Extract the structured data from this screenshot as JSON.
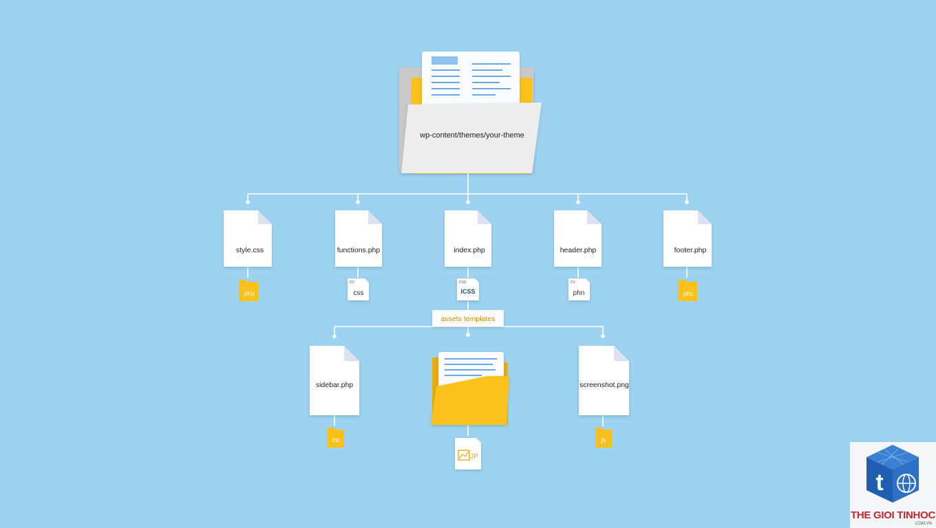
{
  "root": {
    "path": "wp-content/themes/your-theme"
  },
  "files_row1": [
    {
      "name": "style.css",
      "badge": "php",
      "badge_type": "folder"
    },
    {
      "name": "functions.php",
      "badge": "css",
      "badge_type": "doc",
      "badge_tag": "DV"
    },
    {
      "name": "index.php",
      "badge": "ICSS",
      "badge_type": "doc",
      "badge_tag": "CSS"
    },
    {
      "name": "header.php",
      "badge": "phn",
      "badge_type": "doc",
      "badge_tag": "DV"
    },
    {
      "name": "footer.php",
      "badge": "phc",
      "badge_type": "folder"
    }
  ],
  "branch": {
    "label": "assets templates"
  },
  "files_row2": [
    {
      "name": "sidebar.php",
      "badge": "inc",
      "badge_type": "folder"
    },
    {
      "name": "",
      "badge": "JP",
      "badge_type": "image-doc",
      "is_folder": true
    },
    {
      "name": "screenshot.png",
      "badge": "js",
      "badge_type": "folder"
    }
  ],
  "watermark": {
    "brand": "THE GIOI TINHOC",
    "domain": ".COM.VN",
    "logo_icon": "cube-t-globe-icon"
  },
  "colors": {
    "background": "#9dd3f0",
    "connector": "#ffffff",
    "folder_yellow": "#fbc11a",
    "badge_text": "#c98a00",
    "paper": "#ffffff"
  }
}
